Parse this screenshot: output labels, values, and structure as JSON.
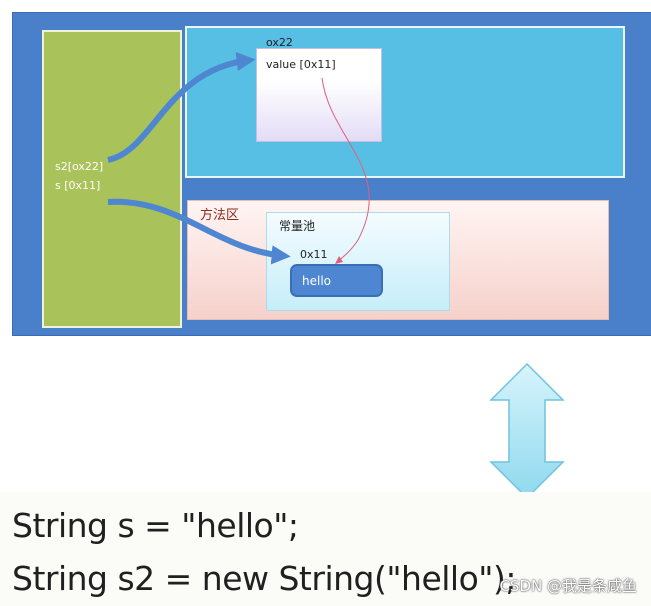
{
  "heap": {
    "address": "ox22",
    "field": "value [0x11]"
  },
  "stack": {
    "var_s2": "s2[ox22]",
    "var_s": "s [0x11]"
  },
  "method_area": {
    "title": "方法区",
    "pool": {
      "title": "常量池",
      "address": "0x11",
      "value": "hello"
    }
  },
  "code": {
    "line1": "String s = \"hello\";",
    "line2": "String s2 = new String(\"hello\");"
  },
  "watermark": "CSDN @我是条咸鱼",
  "colors": {
    "outer": "#4a7fc9",
    "stack": "#a9c25a",
    "heap": "#58bfe4",
    "method_area": "#f6d1cb",
    "arrow": "#4f86d1",
    "pointer_line": "#e0607a"
  }
}
